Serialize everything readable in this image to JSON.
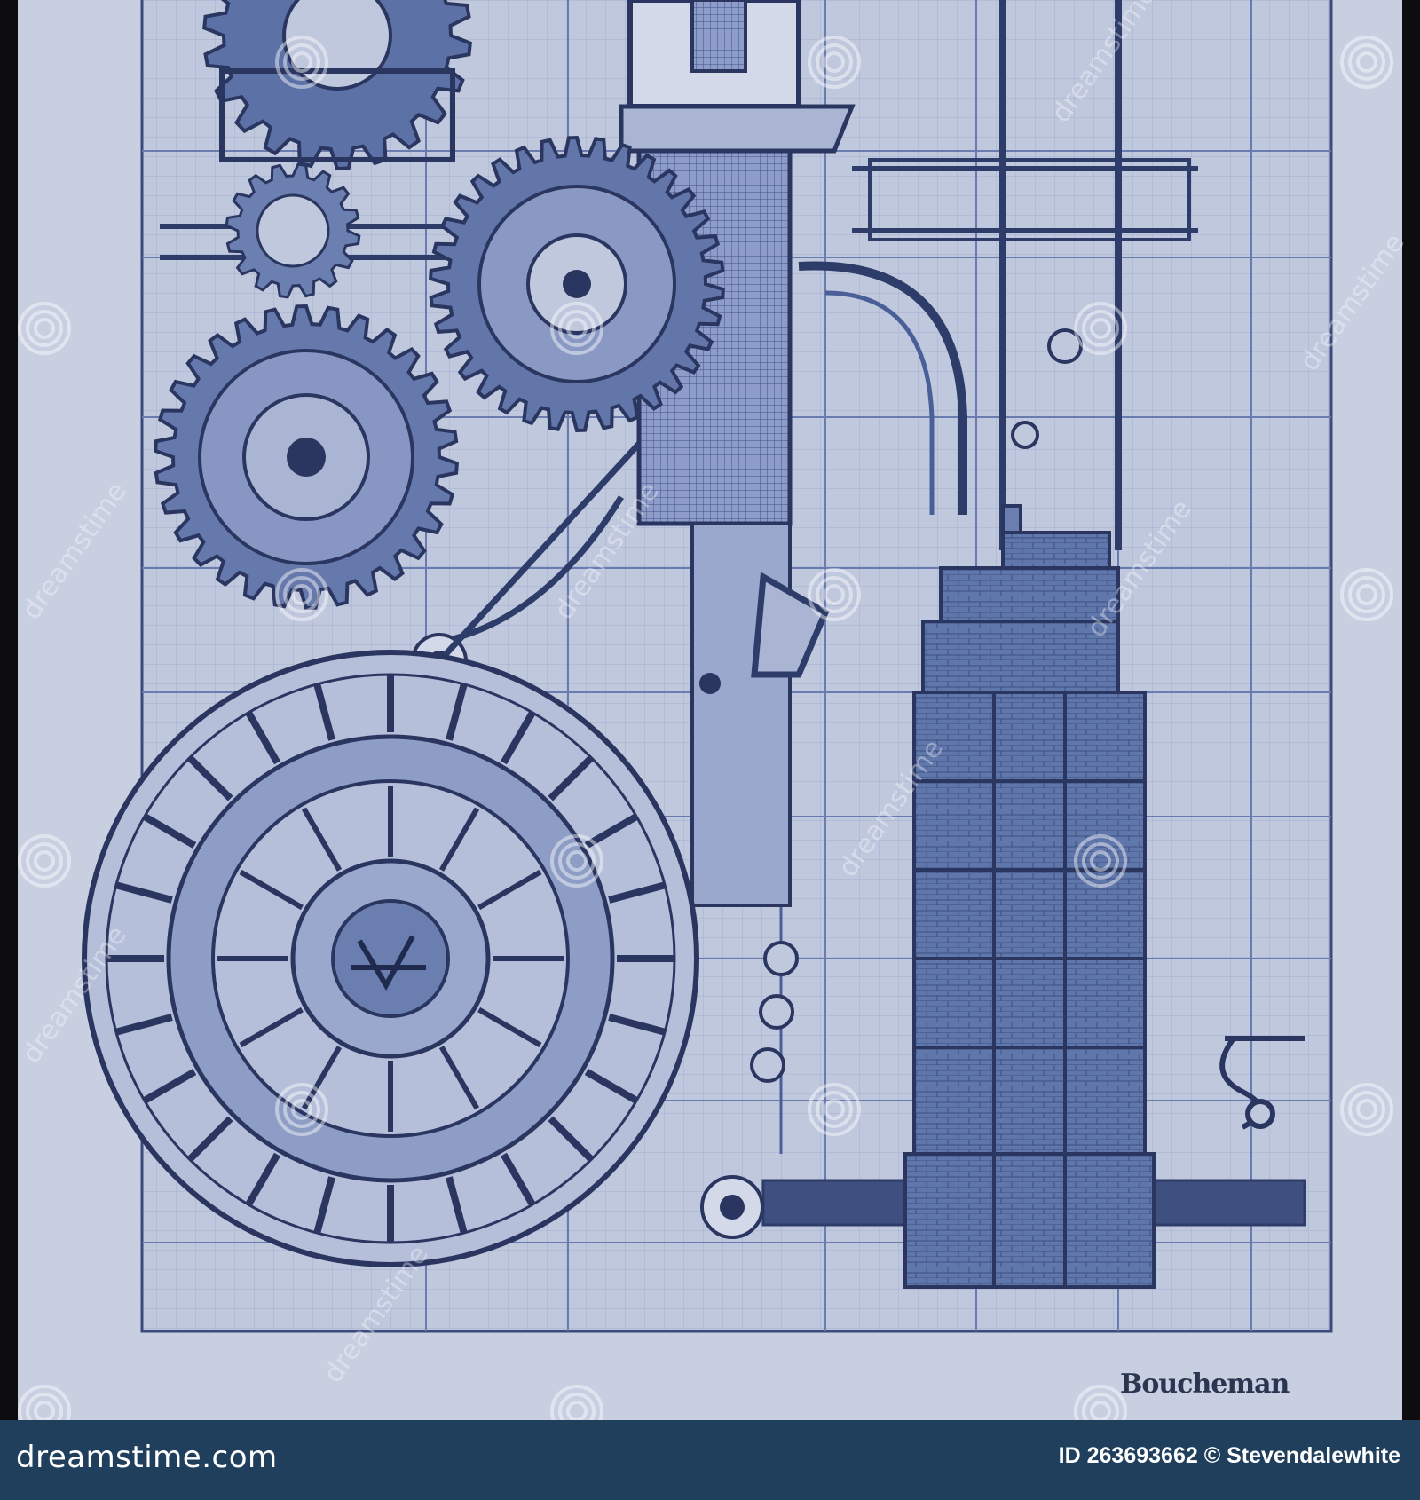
{
  "image": {
    "subject": "blueprint-style technical drawing of gears, a clock face, pipes and a stepped tower",
    "palette": {
      "frame": "#0d0d0f",
      "paper": "#c6cde0",
      "ink_dark": "#2a3660",
      "ink_mid": "#4a5f98",
      "ink_light": "#8593bd",
      "tower_fill": "#5f77aa",
      "footer_bg": "#1f3f5c"
    }
  },
  "stamp": {
    "text": "Boucheman"
  },
  "watermark": {
    "text": "dreamstime"
  },
  "footer": {
    "brand": "dreamstime.com",
    "image_id": "ID 263693662",
    "copyright_symbol": "©",
    "author": "Stevendalewhite"
  }
}
